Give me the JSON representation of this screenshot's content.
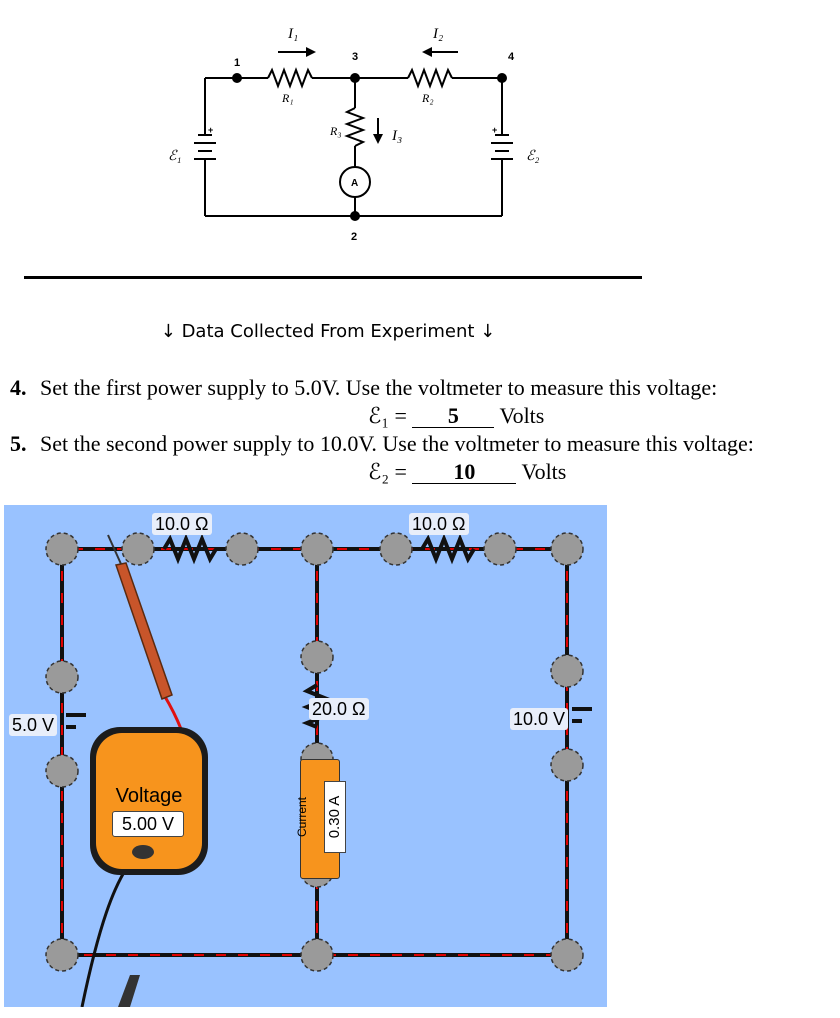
{
  "schematic": {
    "nodes": [
      "1",
      "3",
      "4",
      "2"
    ],
    "currents": [
      "I1",
      "I2",
      "I3"
    ],
    "resistors": [
      "R1",
      "R2",
      "R3"
    ],
    "sources": [
      "ℰ1",
      "ℰ2"
    ],
    "ammeter": "A"
  },
  "caption": "↓ Data Collected From Experiment ↓",
  "questions": [
    {
      "num": "4.",
      "text": "Set the first power supply to 5.0V. Use the voltmeter to measure this voltage:",
      "symbol": "ℰ₁ =",
      "answer": "5",
      "unit": "Volts"
    },
    {
      "num": "5.",
      "text": "Set the second power supply to 10.0V. Use the voltmeter to measure this voltage:",
      "symbol": "ℰ₂ =",
      "answer": "10",
      "unit": "Volts"
    }
  ],
  "sim": {
    "resistor_left": "10.0 Ω",
    "resistor_right": "10.0 Ω",
    "resistor_middle": "20.0 Ω",
    "battery_left": "5.0 V",
    "battery_right": "10.0 V",
    "voltmeter_title": "Voltage",
    "voltmeter_value": "5.00 V",
    "ammeter_title": "Current",
    "ammeter_value": "0.30 A",
    "colors": {
      "background": "#99c2ff",
      "meter": "#f7941d",
      "arrow": "#e00000",
      "probe": "#c8552a"
    }
  }
}
